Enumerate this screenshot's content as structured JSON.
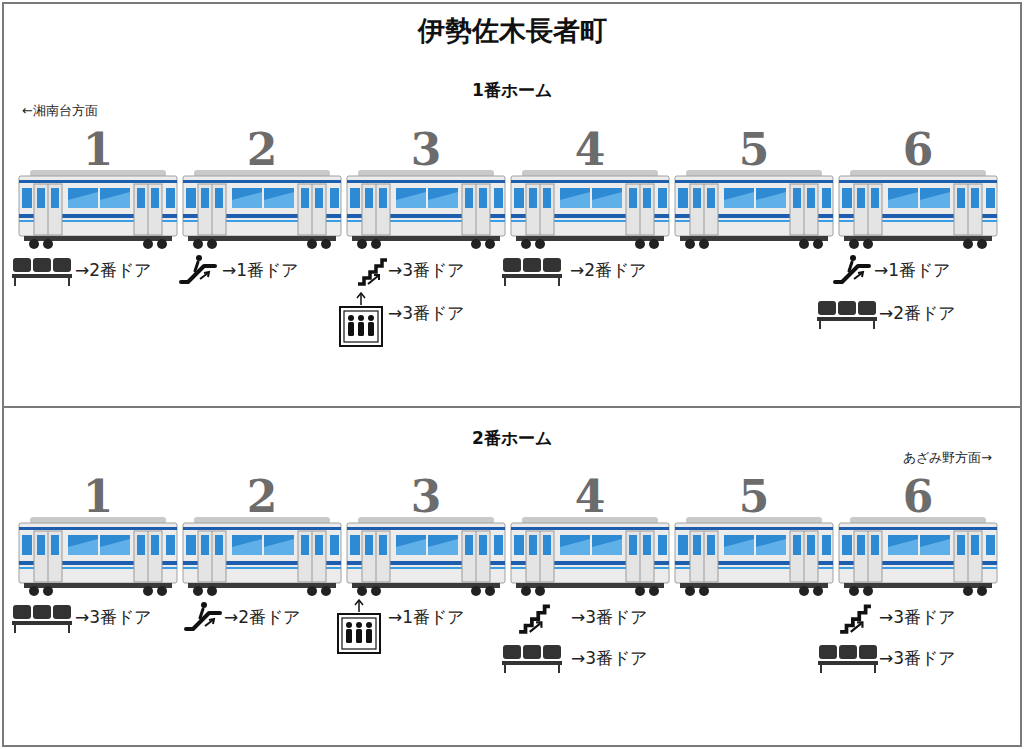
{
  "diagram": {
    "title": "伊勢佐木長者町",
    "nodes": [
      {
        "text": [
          "1番ホーム"
        ]
      },
      {
        "text": [
          "1",
          "→2番ドア"
        ],
        "in": 0
      },
      {
        "text": [
          "2",
          "→1番ドア"
        ],
        "in": 0
      },
      {
        "text": [
          "3",
          "→3番ドア",
          "→3番ドア"
        ],
        "in": 0
      },
      {
        "text": [
          "4",
          "→2番ドア"
        ],
        "in": 0
      },
      {
        "text": [
          "5"
        ],
        "in": 0
      },
      {
        "text": [
          "6",
          "→1番ドア",
          "→2番ドア"
        ],
        "in": 0
      },
      {
        "text": [
          "2番ホーム"
        ]
      },
      {
        "text": [
          "1",
          "→3番ドア"
        ],
        "in": 7
      },
      {
        "text": [
          "2",
          "→2番ドア"
        ],
        "in": 7
      },
      {
        "text": [
          "3",
          "→1番ドア"
        ],
        "in": 7
      },
      {
        "text": [
          "4",
          "→3番ドア",
          "→3番ドア"
        ],
        "in": 7
      },
      {
        "text": [
          "5"
        ],
        "in": 7
      },
      {
        "text": [
          "6",
          "→3番ドア",
          "→3番ドア"
        ],
        "in": 7
      }
    ],
    "labels": [
      "←湘南台方面",
      "あざみ野方面→"
    ]
  }
}
